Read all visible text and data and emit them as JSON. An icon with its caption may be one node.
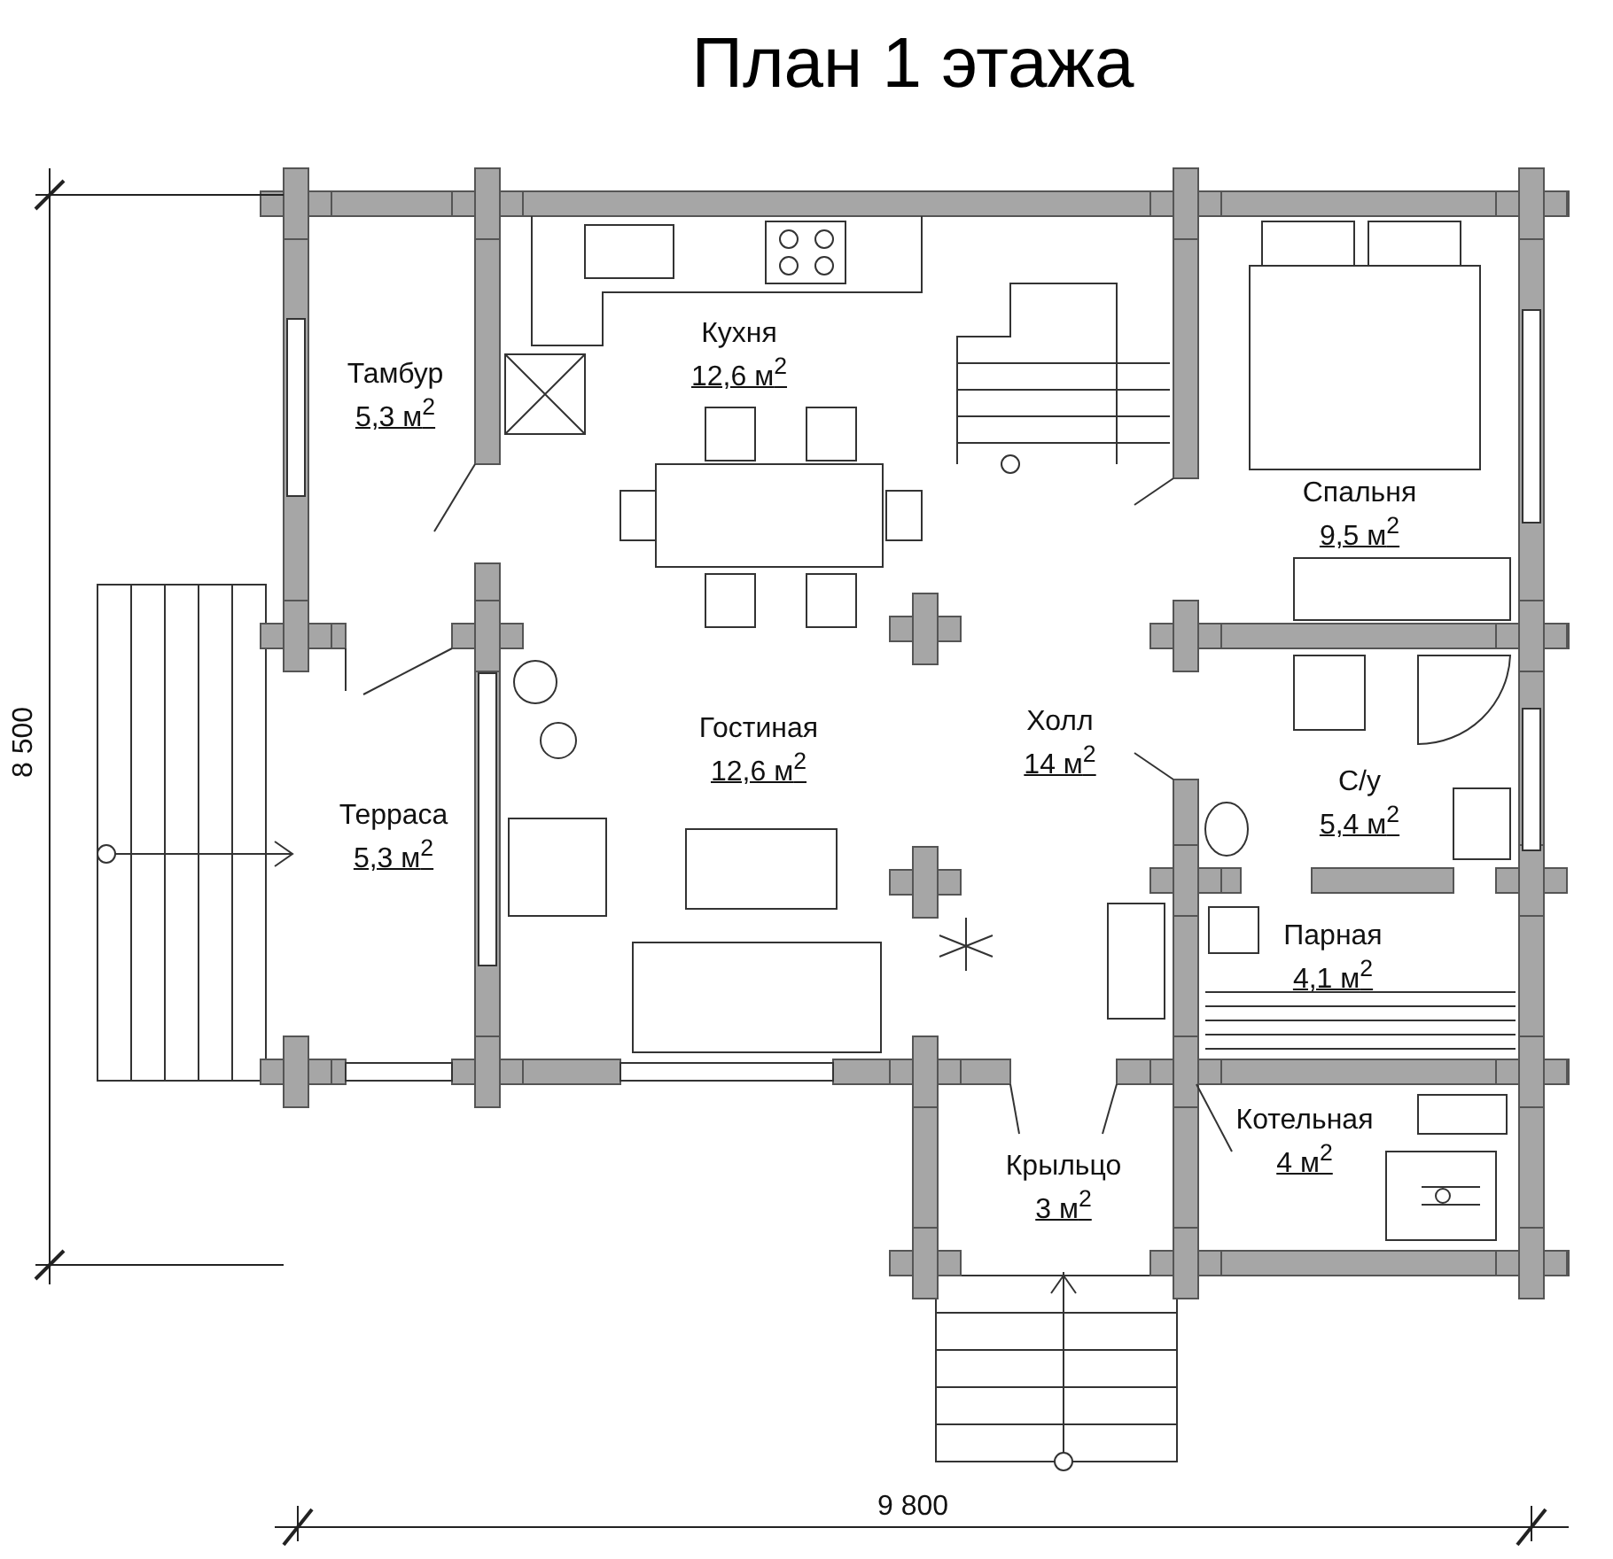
{
  "diagram": {
    "title": "План 1 этажа",
    "labels": [
      "Кухня",
      "12,6 м$^{2}$",
      "Тамбур",
      "5,3 м$^{2}$",
      "Спальня",
      "9,5 м$^{2}$",
      "Холл",
      "14 м$^{2}$",
      "Гостиная",
      "12,6 м$^{2}$",
      "Терраса",
      "5,3 м$^{2}$",
      "С/у",
      "5,4 м$^{2}$",
      "Парная",
      "4,1 м$^{2}$",
      "Котельная",
      "4 м$^{2}$",
      "Крыльцо",
      "3 м$^{2}$",
      "8 500",
      "9 800"
    ]
  }
}
